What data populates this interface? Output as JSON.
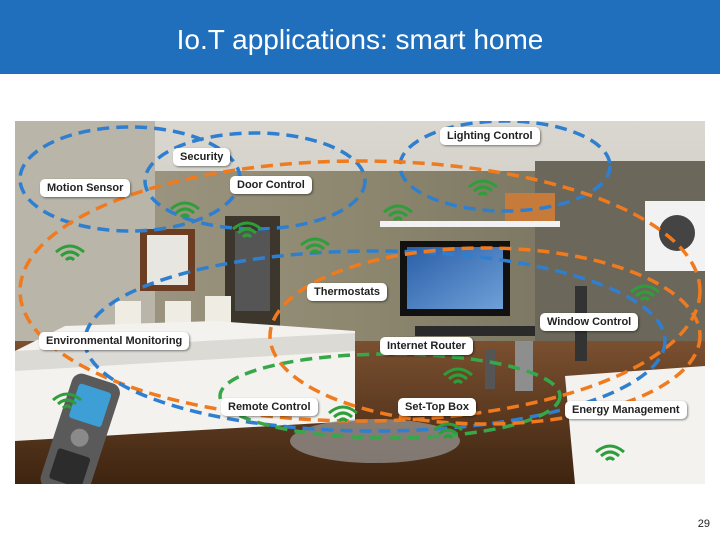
{
  "header": {
    "title": "Io.T applications: smart home"
  },
  "labels": {
    "lighting_control": "Lighting Control",
    "security": "Security",
    "motion_sensor": "Motion Sensor",
    "door_control": "Door Control",
    "thermostats": "Thermostats",
    "window_control": "Window Control",
    "environmental_monitoring": "Environmental Monitoring",
    "internet_router": "Internet Router",
    "remote_control": "Remote Control",
    "set_top_box": "Set-Top Box",
    "energy_management": "Energy Management"
  },
  "colors": {
    "header_bg": "#1f6fbd",
    "blue_ring": "#2f7fd0",
    "orange_ring": "#f07a1e",
    "green_ring": "#37a84a",
    "wifi_green": "#2e9e3a"
  },
  "page_number": "29"
}
